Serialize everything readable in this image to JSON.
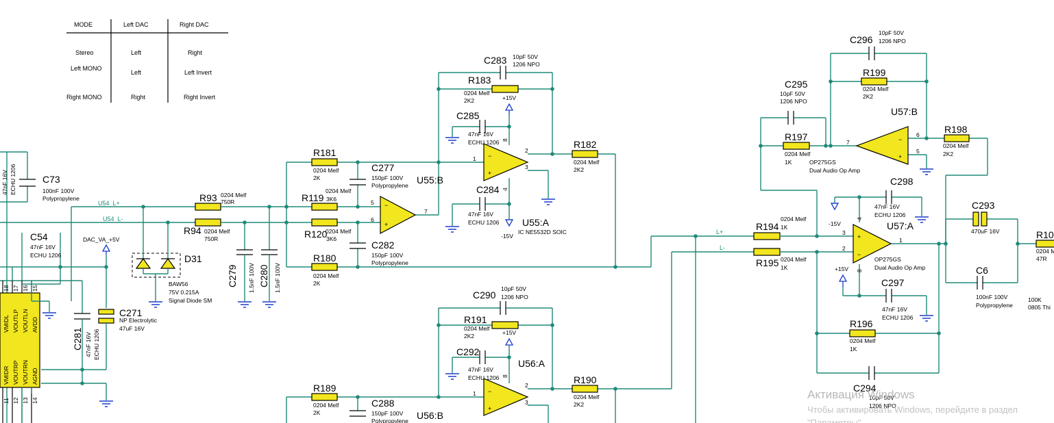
{
  "mode_table": {
    "headers": [
      "MODE",
      "Left DAC",
      "Right DAC"
    ],
    "rows": [
      [
        "Stereo",
        "Left",
        "Right"
      ],
      [
        "Left MONO",
        "Left",
        "Left Invert"
      ],
      [
        "Right MONO",
        "Right",
        "Right Invert"
      ]
    ]
  },
  "resistors": {
    "R181": {
      "ref": "R181",
      "pkg": "0204 Melf",
      "val": "2K"
    },
    "R93": {
      "ref": "R93",
      "pkg": "0204 Melf",
      "val": "750R"
    },
    "R94": {
      "ref": "R94",
      "pkg": "0204 Melf",
      "val": "750R"
    },
    "R119": {
      "ref": "R119",
      "pkg": "0204 Melf",
      "val": "3K6"
    },
    "R120": {
      "ref": "R120",
      "pkg": "0204 Melf",
      "val": "3K6"
    },
    "R180": {
      "ref": "R180",
      "pkg": "0204 Melf",
      "val": "2K"
    },
    "R183": {
      "ref": "R183",
      "pkg": "0204 Melf",
      "val": "2K2"
    },
    "R182": {
      "ref": "R182",
      "pkg": "0204 Melf",
      "val": "2K2"
    },
    "R191": {
      "ref": "R191",
      "pkg": "0204 Melf",
      "val": "2K2"
    },
    "R190": {
      "ref": "R190",
      "pkg": "0204 Melf",
      "val": "2K2"
    },
    "R189": {
      "ref": "R189",
      "pkg": "0204 Melf",
      "val": "2K"
    },
    "R199": {
      "ref": "R199",
      "pkg": "0204 Melf",
      "val": "2K2"
    },
    "R197": {
      "ref": "R197",
      "pkg": "0204 Melf",
      "val": "1K"
    },
    "R198": {
      "ref": "R198",
      "pkg": "0204 Melf",
      "val": "2K2"
    },
    "R194": {
      "ref": "R194",
      "pkg": "0204 Melf",
      "val": "1K"
    },
    "R195": {
      "ref": "R195",
      "pkg": "0204 Melf",
      "val": "1K"
    },
    "R196": {
      "ref": "R196",
      "pkg": "0204 Melf",
      "val": "1K"
    },
    "R10x": {
      "ref": "R10",
      "pkg": "0204 M",
      "val": "47R"
    }
  },
  "capacitors": {
    "C73": {
      "ref": "C73",
      "val": "100nF 100V",
      "type": "Polypropylene"
    },
    "C54": {
      "ref": "C54",
      "val": "47nF 16V",
      "type": "ECHU 1206"
    },
    "C277": {
      "ref": "C277",
      "val": "150pF 100V",
      "type": "Polypropylene"
    },
    "C282": {
      "ref": "C282",
      "val": "150pF 100V",
      "type": "Polypropylene"
    },
    "C283": {
      "ref": "C283",
      "val": "10pF 50V",
      "type": "1206 NPO"
    },
    "C285": {
      "ref": "C285",
      "val": "47nF 16V",
      "type": "ECHU 1206"
    },
    "C284": {
      "ref": "C284",
      "val": "47nF 16V",
      "type": "ECHU 1206"
    },
    "C279": {
      "ref": "C279",
      "val": "1.5nF 100V"
    },
    "C280": {
      "ref": "C280",
      "val": "1.5nF 100V"
    },
    "C271": {
      "ref": "C271",
      "val": "NP Electrolytic",
      "type": "47uF 16V"
    },
    "C281": {
      "ref": "C281",
      "val": "47nF 16V",
      "type": "ECHU 1206"
    },
    "C290": {
      "ref": "C290",
      "val": "10pF 50V",
      "type": "1206 NPO"
    },
    "C292": {
      "ref": "C292",
      "val": "47nF 16V",
      "type": "ECHU 1206"
    },
    "C288": {
      "ref": "C288",
      "val": "150pF 100V",
      "type": "Polypropylene"
    },
    "C296": {
      "ref": "C296",
      "val": "10pF 50V",
      "type": "1206 NPO"
    },
    "C295": {
      "ref": "C295",
      "val": "10pF 50V",
      "type": "1206 NPO"
    },
    "C298": {
      "ref": "C298",
      "val": "47nF 16V",
      "type": "ECHU 1206"
    },
    "C297": {
      "ref": "C297",
      "val": "47nF 16V",
      "type": "ECHU 1206"
    },
    "C294": {
      "ref": "C294",
      "val": "10pF 50V",
      "type": "1206 NPO"
    },
    "C293": {
      "ref": "C293",
      "val": "470uF 16V"
    },
    "C6": {
      "ref": "C6",
      "val": "100nF 100V",
      "type": "Polypropylene"
    },
    "C_left": {
      "val": "47nF 16V",
      "type": "ECHU 1206"
    }
  },
  "opamps": {
    "U55B": {
      "ref": "U55:B"
    },
    "U55A": {
      "ref": "U55:A",
      "part": "IC NE5532D SOIC"
    },
    "U56A": {
      "ref": "U56:A"
    },
    "U56B": {
      "ref": "U56:B"
    },
    "U57B": {
      "ref": "U57:B",
      "part": "OP275GS",
      "desc": "Dual Audio Op Amp"
    },
    "U57A": {
      "ref": "U57:A",
      "part": "OP275GS",
      "desc": "Dual Audio Op Amp"
    }
  },
  "diode": {
    "ref": "D31",
    "part": "BAW56",
    "rating": "75V 0.215A",
    "desc": "Signal Diode SM"
  },
  "pins": {
    "p1": "1",
    "p2": "2",
    "p3": "3",
    "p4": "4",
    "p5": "5",
    "p6": "6",
    "p7": "7",
    "p8": "8"
  },
  "dac_pins": {
    "top": [
      "18",
      "17",
      "16",
      "15"
    ],
    "top_names": [
      "VMIDL",
      "VOUTLP",
      "VOUTLN",
      "AVDD"
    ],
    "bottom": [
      "11",
      "12",
      "13",
      "14"
    ],
    "bottom_names": [
      "VMIDR",
      "VOUTRP",
      "VOUTRN",
      "AGND"
    ]
  },
  "nets": {
    "u54_lp": "U54_L+",
    "u54_lm": "U54_L-",
    "dac_va": "DAC_VA_+5V",
    "lp": "L+",
    "lm": "L-",
    "p15": "+15V",
    "m15": "-15V"
  },
  "misc": {
    "r100k": "100K",
    "r100k_pkg": "0805 Thi"
  },
  "watermark": {
    "line1": "Активация Windows",
    "line2": "Чтобы активировать Windows, перейдите в раздел",
    "line3": "\"Параметры\"."
  }
}
